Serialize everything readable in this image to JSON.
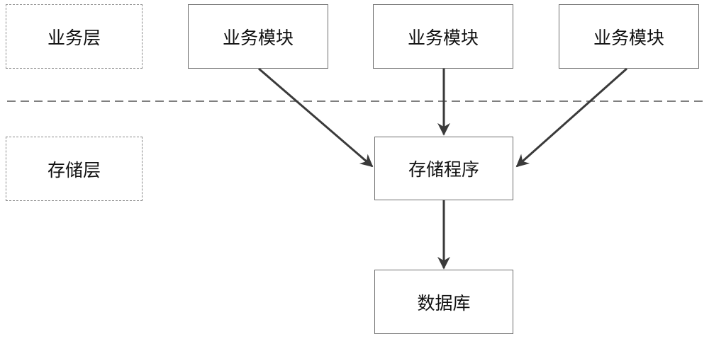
{
  "layers": {
    "business": "业务层",
    "storage": "存储层"
  },
  "modules": [
    {
      "label": "业务模块"
    },
    {
      "label": "业务模块"
    },
    {
      "label": "业务模块"
    }
  ],
  "storage_program": {
    "label": "存储程序"
  },
  "database": {
    "label": "数据库"
  },
  "colors": {
    "arrow": "#3a3a3a",
    "box_border": "#6e6e6e",
    "dashed_line": "#555555"
  }
}
